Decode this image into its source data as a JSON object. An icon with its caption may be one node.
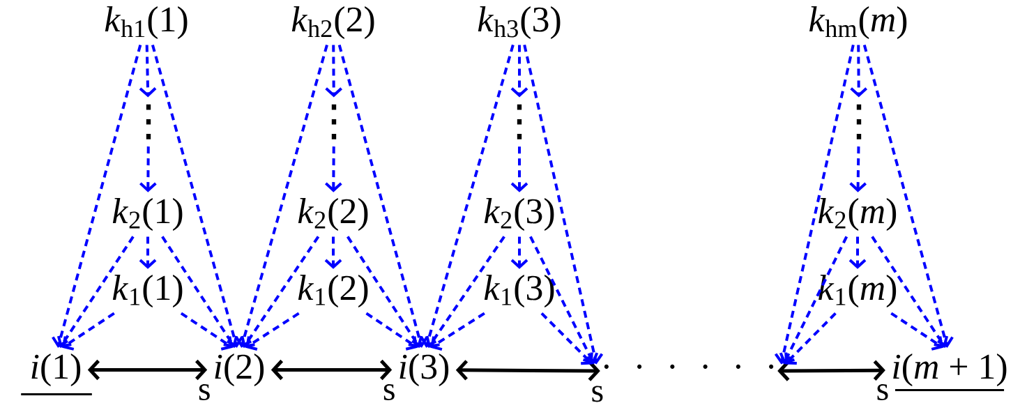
{
  "diagram": {
    "nodes": [
      {
        "text": [
          "*k*$_{h1}$(1)"
        ]
      },
      {
        "text": [
          "*k*$_{h2}$(2)"
        ]
      },
      {
        "text": [
          "*k*$_{h3}$(3)"
        ]
      },
      {
        "text": [
          "*k*$_{hm}$(*m*)"
        ]
      },
      {
        "text": [
          "⋮"
        ]
      },
      {
        "text": [
          "⋮"
        ]
      },
      {
        "text": [
          "⋮"
        ]
      },
      {
        "text": [
          "⋮"
        ]
      },
      {
        "text": [
          "*k*$_{2}$(1)"
        ]
      },
      {
        "text": [
          "*k*$_{2}$(2)"
        ]
      },
      {
        "text": [
          "*k*$_{2}$(3)"
        ]
      },
      {
        "text": [
          "*k*$_{2}$(*m*)"
        ]
      },
      {
        "text": [
          "*k*$_{1}$(1)"
        ]
      },
      {
        "text": [
          "*k*$_{1}$(2)"
        ]
      },
      {
        "text": [
          "*k*$_{1}$(3)"
        ]
      },
      {
        "text": [
          "*k*$_{1}$(*m*)"
        ]
      },
      {
        "text": [
          "*i*(1)"
        ]
      },
      {
        "text": [
          "*i*(2)"
        ]
      },
      {
        "text": [
          "*i*(3)"
        ]
      },
      {
        "text": [
          "· · · · · ·"
        ]
      },
      {
        "text": [
          "*i*(*m* + 1)"
        ]
      }
    ],
    "edges": [
      {
        "from": 0,
        "to": 4,
        "arrow": "to",
        "style": "dashed",
        "color": "#0000ff"
      },
      {
        "from": 4,
        "to": 8,
        "arrow": "to",
        "style": "dashed",
        "color": "#0000ff"
      },
      {
        "from": 8,
        "to": 12,
        "arrow": "to",
        "style": "dashed",
        "color": "#0000ff"
      },
      {
        "from": 0,
        "to": 16,
        "arrow": "to",
        "style": "dashed",
        "color": "#0000ff"
      },
      {
        "from": 0,
        "to": 17,
        "arrow": "to",
        "style": "dashed",
        "color": "#0000ff"
      },
      {
        "from": 8,
        "to": 16,
        "arrow": "to",
        "style": "dashed",
        "color": "#0000ff"
      },
      {
        "from": 8,
        "to": 17,
        "arrow": "to",
        "style": "dashed",
        "color": "#0000ff"
      },
      {
        "from": 12,
        "to": 16,
        "arrow": "to",
        "style": "dashed",
        "color": "#0000ff"
      },
      {
        "from": 12,
        "to": 17,
        "arrow": "to",
        "style": "dashed",
        "color": "#0000ff"
      },
      {
        "from": 1,
        "to": 5,
        "arrow": "to",
        "style": "dashed",
        "color": "#0000ff"
      },
      {
        "from": 5,
        "to": 9,
        "arrow": "to",
        "style": "dashed",
        "color": "#0000ff"
      },
      {
        "from": 9,
        "to": 13,
        "arrow": "to",
        "style": "dashed",
        "color": "#0000ff"
      },
      {
        "from": 1,
        "to": 17,
        "arrow": "to",
        "style": "dashed",
        "color": "#0000ff"
      },
      {
        "from": 1,
        "to": 18,
        "arrow": "to",
        "style": "dashed",
        "color": "#0000ff"
      },
      {
        "from": 9,
        "to": 17,
        "arrow": "to",
        "style": "dashed",
        "color": "#0000ff"
      },
      {
        "from": 9,
        "to": 18,
        "arrow": "to",
        "style": "dashed",
        "color": "#0000ff"
      },
      {
        "from": 13,
        "to": 17,
        "arrow": "to",
        "style": "dashed",
        "color": "#0000ff"
      },
      {
        "from": 13,
        "to": 18,
        "arrow": "to",
        "style": "dashed",
        "color": "#0000ff"
      },
      {
        "from": 2,
        "to": 6,
        "arrow": "to",
        "style": "dashed",
        "color": "#0000ff"
      },
      {
        "from": 6,
        "to": 10,
        "arrow": "to",
        "style": "dashed",
        "color": "#0000ff"
      },
      {
        "from": 10,
        "to": 14,
        "arrow": "to",
        "style": "dashed",
        "color": "#0000ff"
      },
      {
        "from": 2,
        "to": 18,
        "arrow": "to",
        "style": "dashed",
        "color": "#0000ff"
      },
      {
        "from": 2,
        "to": 19,
        "arrow": "to",
        "style": "dashed",
        "color": "#0000ff"
      },
      {
        "from": 10,
        "to": 18,
        "arrow": "to",
        "style": "dashed",
        "color": "#0000ff"
      },
      {
        "from": 10,
        "to": 19,
        "arrow": "to",
        "style": "dashed",
        "color": "#0000ff"
      },
      {
        "from": 14,
        "to": 18,
        "arrow": "to",
        "style": "dashed",
        "color": "#0000ff"
      },
      {
        "from": 14,
        "to": 19,
        "arrow": "to",
        "style": "dashed",
        "color": "#0000ff"
      },
      {
        "from": 3,
        "to": 7,
        "arrow": "to",
        "style": "dashed",
        "color": "#0000ff"
      },
      {
        "from": 7,
        "to": 11,
        "arrow": "to",
        "style": "dashed",
        "color": "#0000ff"
      },
      {
        "from": 11,
        "to": 15,
        "arrow": "to",
        "style": "dashed",
        "color": "#0000ff"
      },
      {
        "from": 3,
        "to": 19,
        "arrow": "to",
        "style": "dashed",
        "color": "#0000ff"
      },
      {
        "from": 3,
        "to": 20,
        "arrow": "to",
        "style": "dashed",
        "color": "#0000ff"
      },
      {
        "from": 11,
        "to": 19,
        "arrow": "to",
        "style": "dashed",
        "color": "#0000ff"
      },
      {
        "from": 11,
        "to": 20,
        "arrow": "to",
        "style": "dashed",
        "color": "#0000ff"
      },
      {
        "from": 15,
        "to": 19,
        "arrow": "to",
        "style": "dashed",
        "color": "#0000ff"
      },
      {
        "from": 15,
        "to": 20,
        "arrow": "to",
        "style": "dashed",
        "color": "#0000ff"
      },
      {
        "from": 16,
        "to": 17,
        "arrow": "both",
        "label": "s",
        "color": "#000000"
      },
      {
        "from": 17,
        "to": 18,
        "arrow": "both",
        "label": "s",
        "color": "#000000"
      },
      {
        "from": 18,
        "to": 19,
        "arrow": "both",
        "label": "s",
        "color": "#000000"
      },
      {
        "from": 19,
        "to": 20,
        "arrow": "both",
        "label": "s",
        "color": "#000000"
      }
    ]
  }
}
